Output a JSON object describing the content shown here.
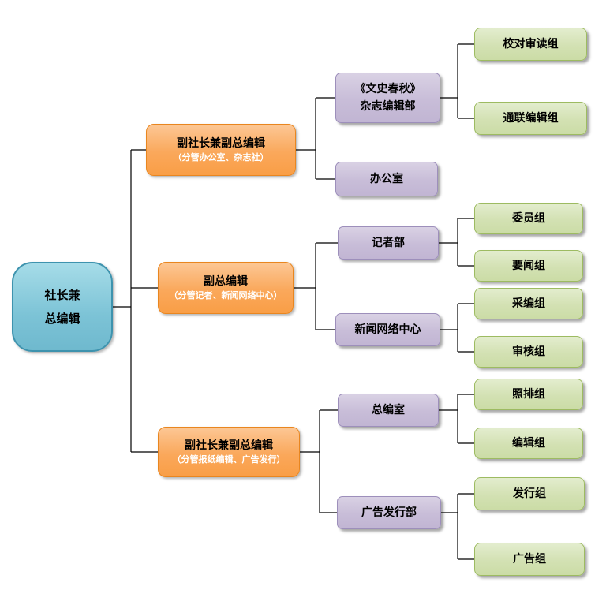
{
  "org_chart": {
    "root": {
      "line1": "社长兼",
      "line2": "总编辑"
    },
    "executives": [
      {
        "title": "副社长兼副总编辑",
        "scope": "（分管办公室、杂志社）"
      },
      {
        "title": "副总编辑",
        "scope": "（分管记者、新闻网络中心）"
      },
      {
        "title": "副社长兼副总编辑",
        "scope": "（分管报纸编辑、广告发行）"
      }
    ],
    "departments": [
      {
        "line1": "《文史春秋》",
        "line2": "杂志编辑部"
      },
      {
        "line1": "办公室"
      },
      {
        "line1": "记者部"
      },
      {
        "line1": "新闻网络中心"
      },
      {
        "line1": "总编室"
      },
      {
        "line1": "广告发行部"
      }
    ],
    "groups": [
      "校对审读组",
      "通联编辑组",
      "委员组",
      "要闻组",
      "采编组",
      "审核组",
      "照排组",
      "编辑组",
      "发行组",
      "广告组"
    ]
  },
  "colors": {
    "root_fill": "#7CC3D6",
    "root_border": "#3E93AE",
    "exec_fill": "#FAA85B",
    "exec_border": "#E9861F",
    "exec_subtitle_text": "#FFFFFF",
    "dept_fill": "#C8BDD8",
    "dept_border": "#9D8FBB",
    "group_fill": "#D3E1B3",
    "group_border": "#9DBB61",
    "connector": "#000000"
  }
}
